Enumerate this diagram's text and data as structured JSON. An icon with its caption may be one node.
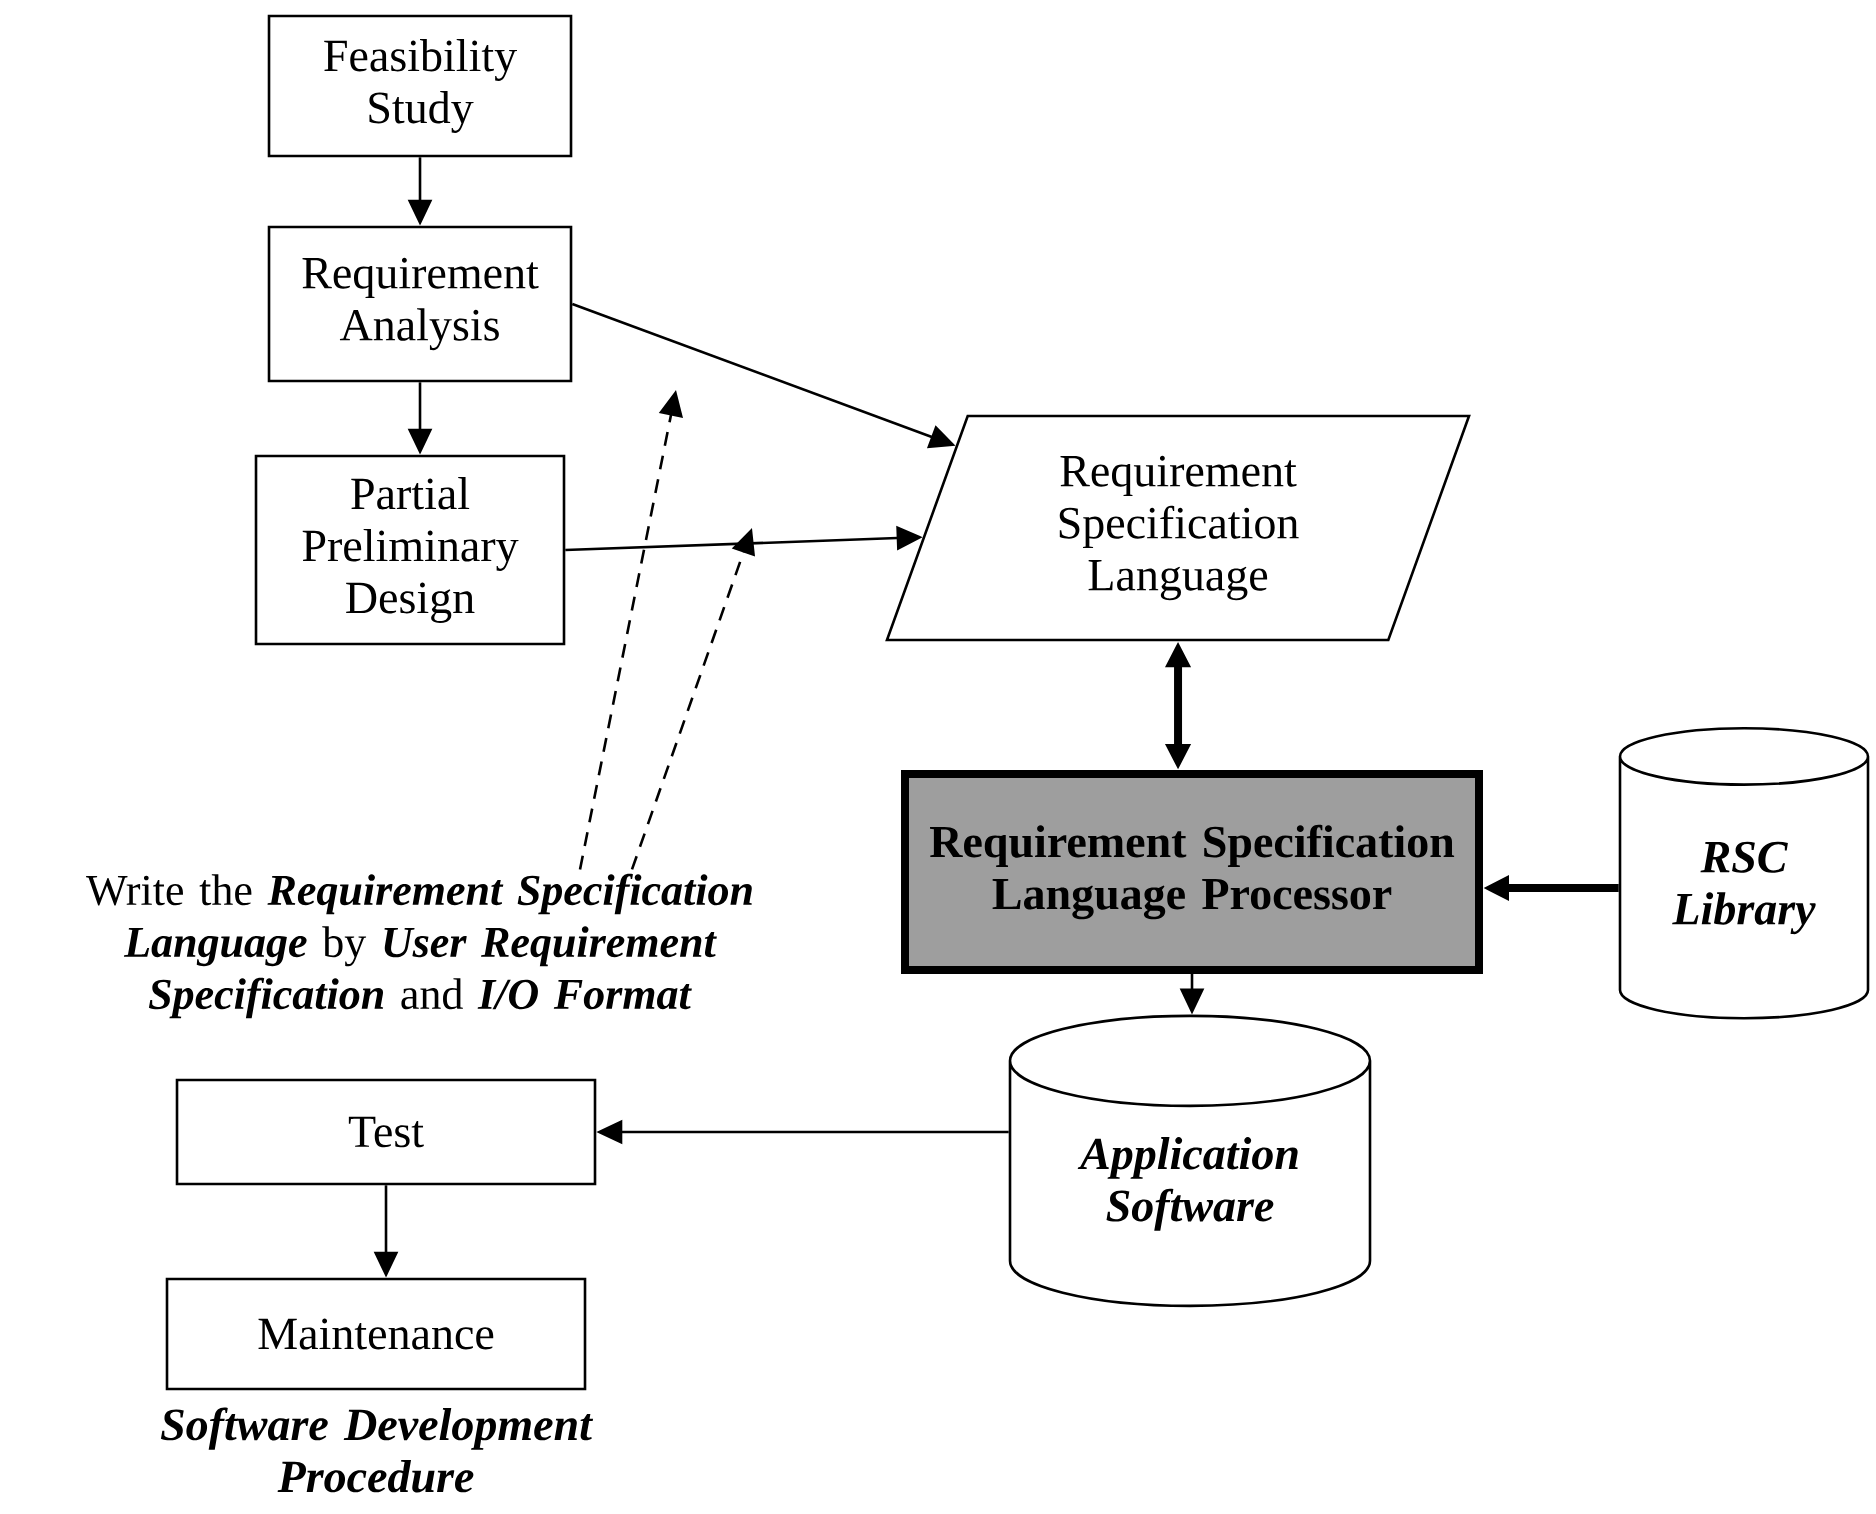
{
  "diagram": {
    "nodes": [
      {
        "text": [
          "Feasibility Study"
        ]
      },
      {
        "text": [
          "Requirement Analysis"
        ]
      },
      {
        "text": [
          "Partial Preliminary Design"
        ]
      },
      {
        "text": [
          "Requirement Specification Language"
        ]
      },
      {
        "text": [
          "Requirement Specification Language Processor"
        ]
      },
      {
        "text": [
          "RSC Library"
        ]
      },
      {
        "text": [
          "Application Software"
        ]
      },
      {
        "text": [
          "Test"
        ]
      },
      {
        "text": [
          "Maintenance"
        ]
      },
      {
        "text": [
          "Write the **Requirement Specification Language** by **User Requirement Specification** and **I/O Format**"
        ]
      }
    ],
    "edges": [
      {
        "from": 0,
        "to": 1,
        "arrow": "to"
      },
      {
        "from": 1,
        "to": 2,
        "arrow": "to"
      },
      {
        "from": 1,
        "to": 3,
        "arrow": "to"
      },
      {
        "from": 2,
        "to": 3,
        "arrow": "to"
      },
      {
        "from": 3,
        "to": 4,
        "arrow": "both",
        "style": "thick"
      },
      {
        "from": 5,
        "to": 4,
        "arrow": "to",
        "style": "thick"
      },
      {
        "from": 4,
        "to": 6,
        "arrow": "to"
      },
      {
        "from": 6,
        "to": 7,
        "arrow": "to"
      },
      {
        "from": 7,
        "to": 8,
        "arrow": "to"
      },
      {
        "from": 9,
        "to": null,
        "arrow": "to",
        "style": "dashed"
      },
      {
        "from": 9,
        "to": null,
        "arrow": "to",
        "style": "dashed"
      }
    ],
    "labels": [
      "Software Development Procedure"
    ]
  }
}
